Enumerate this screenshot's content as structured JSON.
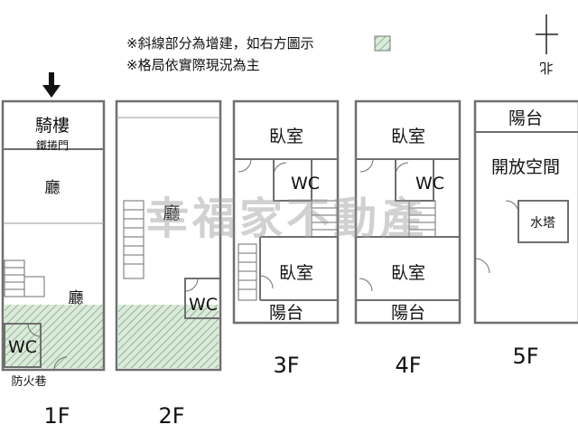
{
  "legend": {
    "line1": "※斜線部分為增建，如右方圖示",
    "line2": "※格局依實際現況為主"
  },
  "compass": {
    "label": "北",
    "icon": "north-arrow-icon"
  },
  "watermark": "幸福家不動產",
  "colors": {
    "wall": "#6f6f6f",
    "addition": "#cfe3cf",
    "hatch": "#8fb58f",
    "text": "#111111"
  },
  "floors": [
    {
      "id": "1f",
      "label": "1F",
      "rooms": {
        "arcade": "騎樓",
        "shutter": "鐵捲門",
        "hall_upper": "廳",
        "hall_lower": "廳",
        "wc": "WC",
        "fire_lane": "防火巷"
      }
    },
    {
      "id": "2f",
      "label": "2F",
      "rooms": {
        "hall": "廳",
        "wc": "WC"
      }
    },
    {
      "id": "3f",
      "label": "3F",
      "rooms": {
        "bedroom_front": "臥室",
        "wc": "WC",
        "bedroom_back": "臥室",
        "balcony": "陽台"
      }
    },
    {
      "id": "4f",
      "label": "4F",
      "rooms": {
        "bedroom_front": "臥室",
        "wc": "WC",
        "bedroom_back": "臥室",
        "balcony": "陽台"
      }
    },
    {
      "id": "5f",
      "label": "5F",
      "rooms": {
        "balcony": "陽台",
        "open_space": "開放空間",
        "water_tower": "水塔"
      }
    }
  ]
}
